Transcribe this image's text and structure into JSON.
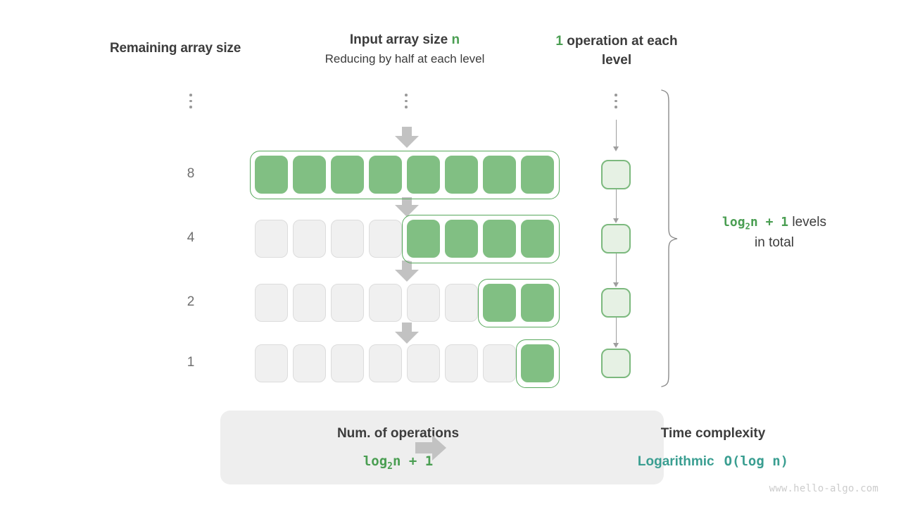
{
  "headers": {
    "left": "Remaining array size",
    "mid_line1_pre": "Input array size ",
    "mid_line1_sym": "n",
    "mid_line2": "Reducing by half at each level",
    "right_num": "1",
    "right_rest": " operation at each level"
  },
  "rows": [
    {
      "size_label": "8",
      "total_cells": 8,
      "filled_from": 0,
      "filled_count": 8
    },
    {
      "size_label": "4",
      "total_cells": 8,
      "filled_from": 4,
      "filled_count": 4
    },
    {
      "size_label": "2",
      "total_cells": 8,
      "filled_from": 6,
      "filled_count": 2
    },
    {
      "size_label": "1",
      "total_cells": 8,
      "filled_from": 7,
      "filled_count": 1
    }
  ],
  "ellipsis": {
    "left_dots": "vertical-ellipsis",
    "mid_dots": "vertical-ellipsis",
    "right_dots": "vertical-ellipsis"
  },
  "levels": {
    "formula": "log",
    "formula_sub": "2",
    "formula_rest": "n + 1",
    "text_line1": "levels",
    "text_line2": "in total"
  },
  "summary": {
    "left_title": "Num. of operations",
    "left_value_pre": "log",
    "left_value_sub": "2",
    "left_value_rest": "n + 1",
    "arrow_icon": "right-arrow-icon",
    "right_title": "Time complexity",
    "right_value_word": "Logarithmic",
    "right_value_bigo": "O(log n)"
  },
  "watermark": "www.hello-algo.com",
  "colors": {
    "green_fill": "#81bf83",
    "green_border": "#57a85c",
    "green_text": "#4a9e52",
    "light_green_fill": "#e6f1e4",
    "teal_text": "#3a9e91",
    "empty_fill": "#f0f0f0",
    "empty_border": "#dcdcdc",
    "arrow_gray": "#c2c2c2",
    "panel_bg": "#eeeeee",
    "label_gray": "#6f6f6f",
    "title_gray": "#3c3c3c"
  }
}
